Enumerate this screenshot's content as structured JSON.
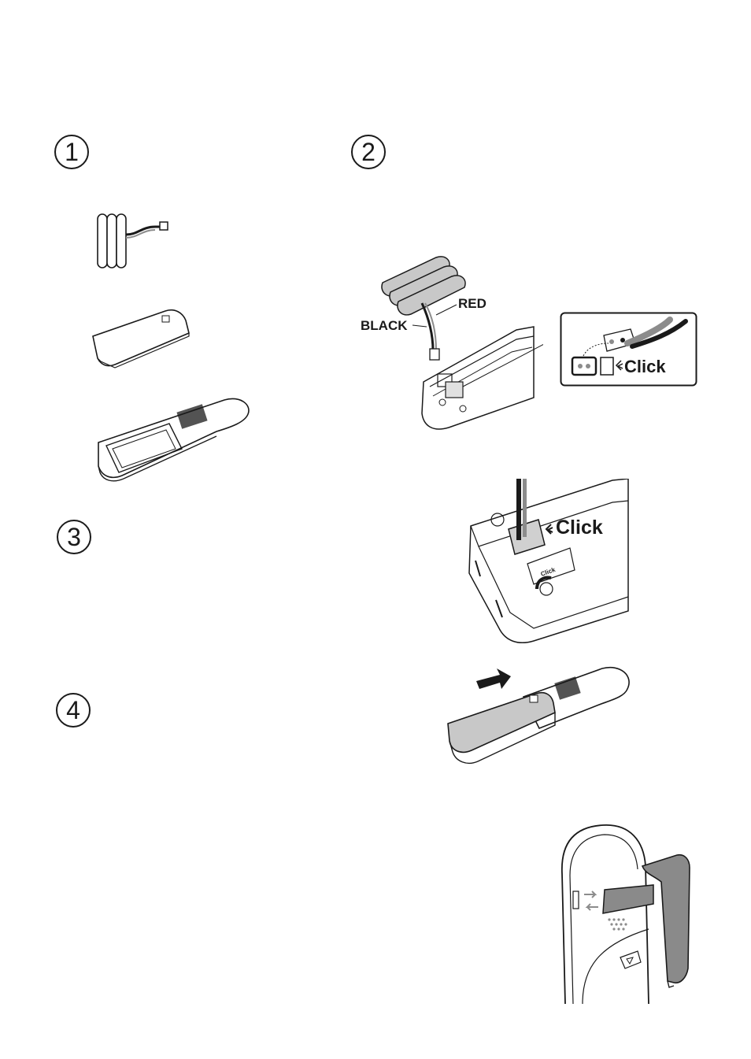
{
  "steps": [
    {
      "number": "1"
    },
    {
      "number": "2"
    },
    {
      "number": "3"
    },
    {
      "number": "4"
    }
  ],
  "labels": {
    "red": "RED",
    "black": "BLACK",
    "click_inset": "Click",
    "click_connector": "Click",
    "click_tiny": "Click"
  },
  "icons": {
    "battery_pack": "battery-pack-icon",
    "battery_cover": "battery-cover-icon",
    "handset_back": "handset-back-icon",
    "connector_inset": "connector-inset-icon",
    "slide_arrow": "slide-arrow-icon",
    "belt_clip": "belt-clip-icon"
  },
  "colors": {
    "line": "#1a1a1a",
    "battery_fill": "#c8c8c8",
    "clip_fill": "#8a8a8a",
    "red_wire": "#8c8c8c",
    "black_wire": "#1a1a1a"
  }
}
